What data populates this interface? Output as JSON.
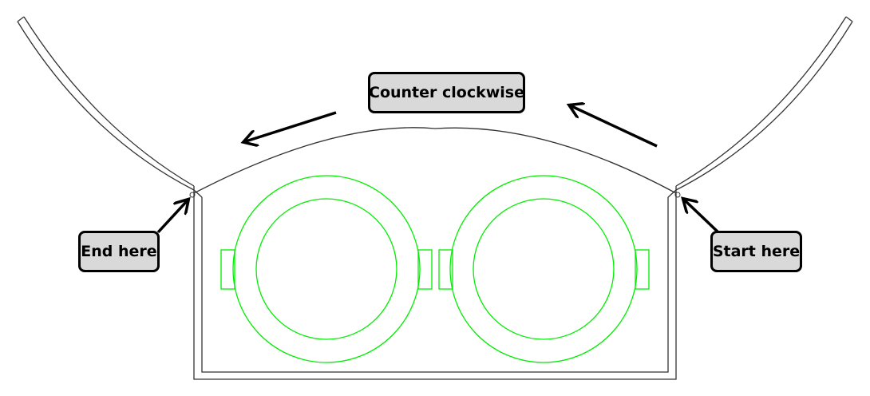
{
  "diagram": {
    "labels": {
      "direction": "Counter clockwise",
      "end": "End here",
      "start": "Start here"
    },
    "colors": {
      "outline": "#333333",
      "lens": "#00ee00",
      "label_fill": "#d9d9d9",
      "label_border": "#000000",
      "arrow": "#000000"
    }
  }
}
